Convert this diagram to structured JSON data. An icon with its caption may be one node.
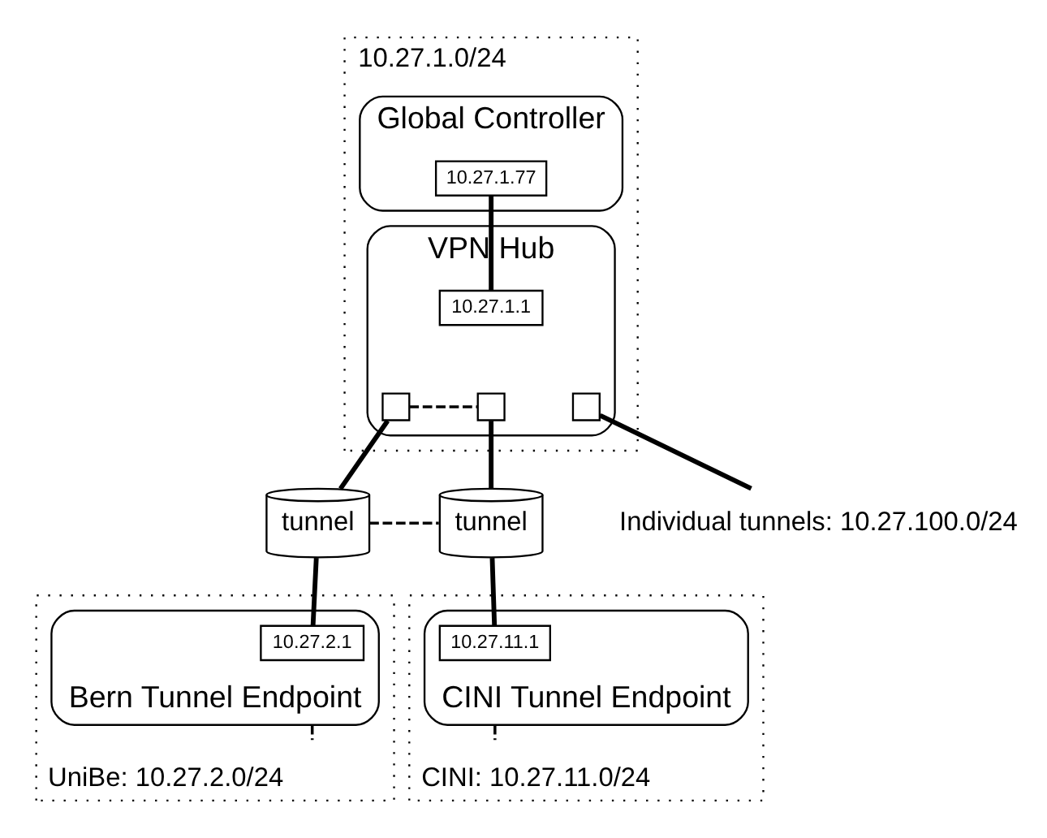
{
  "diagram": {
    "nodes": [
      {
        "text": [
          "10.27.1.0/24"
        ]
      },
      {
        "text": [
          "Global Controller"
        ],
        "in": 0
      },
      {
        "text": [
          "10.27.1.77"
        ],
        "in": 1
      },
      {
        "text": [
          "VPN Hub"
        ],
        "in": 0
      },
      {
        "text": [
          "10.27.1.1"
        ],
        "in": 3
      },
      {
        "text": [],
        "shape": "box",
        "in": 3
      },
      {
        "text": [],
        "shape": "box",
        "in": 3
      },
      {
        "text": [],
        "shape": "box",
        "in": 3
      },
      {
        "text": [
          "tunnel"
        ]
      },
      {
        "text": [
          "tunnel"
        ]
      },
      {
        "text": [
          "Individual tunnels: 10.27.100.0/24"
        ]
      },
      {
        "text": [
          "UniBe: 10.27.2.0/24"
        ]
      },
      {
        "text": [
          "Bern Tunnel Endpoint"
        ],
        "in": 11
      },
      {
        "text": [
          "10.27.2.1"
        ],
        "in": 12
      },
      {
        "text": [
          "CINI: 10.27.11.0/24"
        ]
      },
      {
        "text": [
          "CINI Tunnel Endpoint"
        ],
        "in": 14
      },
      {
        "text": [
          "10.27.11.1"
        ],
        "in": 15
      }
    ],
    "edges": [
      {
        "from": 2,
        "to": 4,
        "arrow": "none"
      },
      {
        "from": 5,
        "to": 6,
        "arrow": "none",
        "style": "dashed"
      },
      {
        "from": 5,
        "to": 8,
        "arrow": "none"
      },
      {
        "from": 6,
        "to": 9,
        "arrow": "none"
      },
      {
        "from": 7,
        "to": 10,
        "arrow": "none"
      },
      {
        "from": 8,
        "to": 9,
        "arrow": "none",
        "style": "dashed"
      },
      {
        "from": 8,
        "to": 13,
        "arrow": "none"
      },
      {
        "from": 9,
        "to": 16,
        "arrow": "none"
      },
      {
        "from": 12,
        "to": null,
        "arrow": "none",
        "style": "dashed"
      },
      {
        "from": 15,
        "to": null,
        "arrow": "none",
        "style": "dashed"
      }
    ]
  }
}
